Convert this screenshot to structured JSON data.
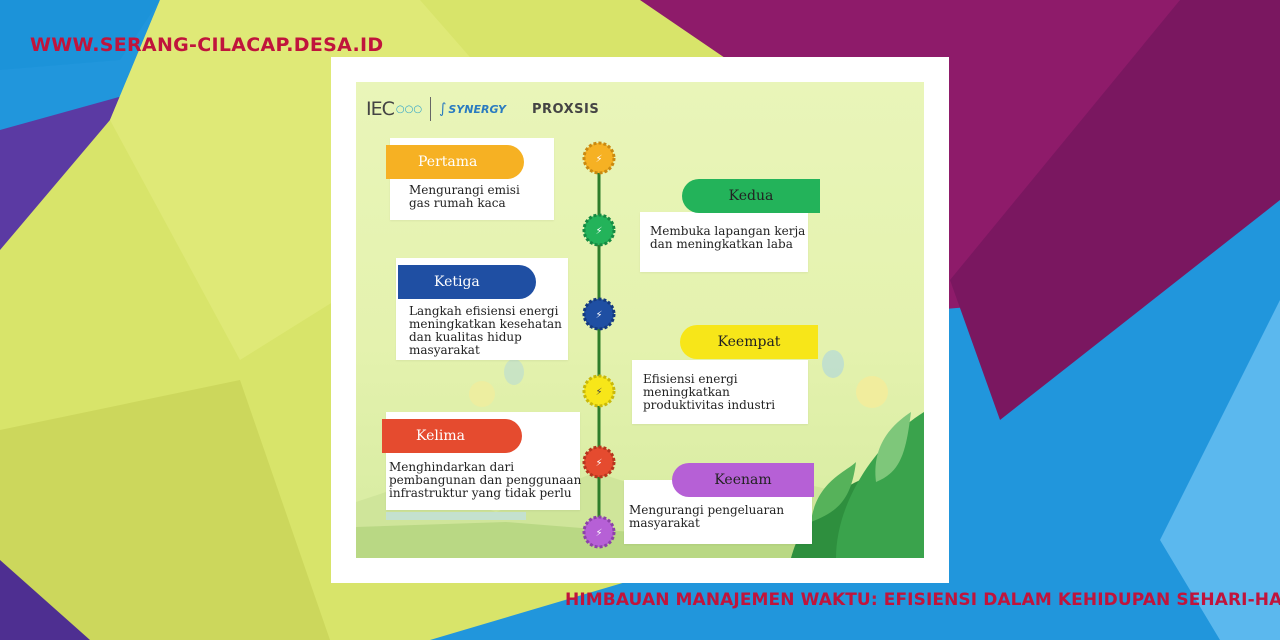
{
  "site": {
    "url": "WWW.SERANG-CILACAP.DESA.ID",
    "article_title": "HIMBAUAN MANAJEMEN WAKTU: EFISIENSI DALAM KEHIDUPAN SEHARI-HARI"
  },
  "infographic": {
    "logos": {
      "iec": "IEC",
      "synergy": "SYNERGY",
      "proxsis": "PROXSIS"
    },
    "steps": [
      {
        "label": "Pertama",
        "text": [
          "Mengurangi emisi",
          "gas rumah kaca"
        ],
        "color": "#f6b123"
      },
      {
        "label": "Kedua",
        "text": [
          "Membuka lapangan kerja",
          "dan meningkatkan laba"
        ],
        "color": "#23b35a"
      },
      {
        "label": "Ketiga",
        "text": [
          "Langkah efisiensi energi",
          "meningkatkan kesehatan",
          "dan kualitas hidup",
          "masyarakat"
        ],
        "color": "#1f4fa3"
      },
      {
        "label": "Keempat",
        "text": [
          "Efisiensi energi",
          "meningkatkan",
          "produktivitas industri"
        ],
        "color": "#f7e619"
      },
      {
        "label": "Kelima",
        "text": [
          "Menghindarkan dari",
          "pembangunan dan penggunaan",
          "infrastruktur yang tidak perlu"
        ],
        "color": "#e54b2f"
      },
      {
        "label": "Keenam",
        "text": [
          "Mengurangi pengeluaran",
          "masyarakat"
        ],
        "color": "#b660d6"
      }
    ]
  },
  "colors": {
    "title_red": "#c0143c",
    "timeline_green": "#2e7d2a"
  }
}
